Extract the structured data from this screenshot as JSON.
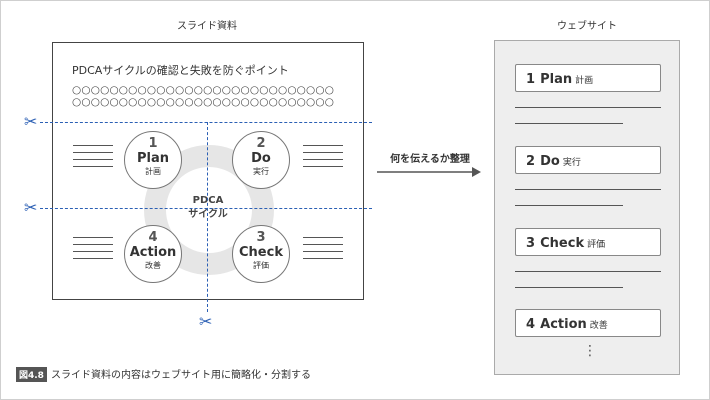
{
  "left_heading": "スライド資料",
  "right_heading": "ウェブサイト",
  "slide": {
    "title": "PDCAサイクルの確認と失敗を防ぐポイント",
    "dots_row": "○○○○○○○○○○○○○○○○○○○○○○○○○○○○",
    "center_line1": "PDCA",
    "center_line2": "サイクル",
    "steps": [
      {
        "num": "1",
        "en": "Plan",
        "jp": "計画"
      },
      {
        "num": "2",
        "en": "Do",
        "jp": "実行"
      },
      {
        "num": "4",
        "en": "Action",
        "jp": "改善"
      },
      {
        "num": "3",
        "en": "Check",
        "jp": "評価"
      }
    ]
  },
  "arrow_label": "何を伝えるか整理",
  "website": {
    "cards": [
      {
        "num": "1",
        "en": "Plan",
        "jp": "計画"
      },
      {
        "num": "2",
        "en": "Do",
        "jp": "実行"
      },
      {
        "num": "3",
        "en": "Check",
        "jp": "評価"
      },
      {
        "num": "4",
        "en": "Action",
        "jp": "改善"
      }
    ],
    "more": "⋮"
  },
  "figure": {
    "badge": "図4.8",
    "caption": "スライド資料の内容はウェブサイト用に簡略化・分割する"
  },
  "colors": {
    "cut_line": "#2b5fb4",
    "ring": "#e6e6e6",
    "site_bg": "#eeeeee"
  },
  "icons": {
    "scissors": "scissors-icon",
    "arrow": "right-arrow-icon"
  }
}
